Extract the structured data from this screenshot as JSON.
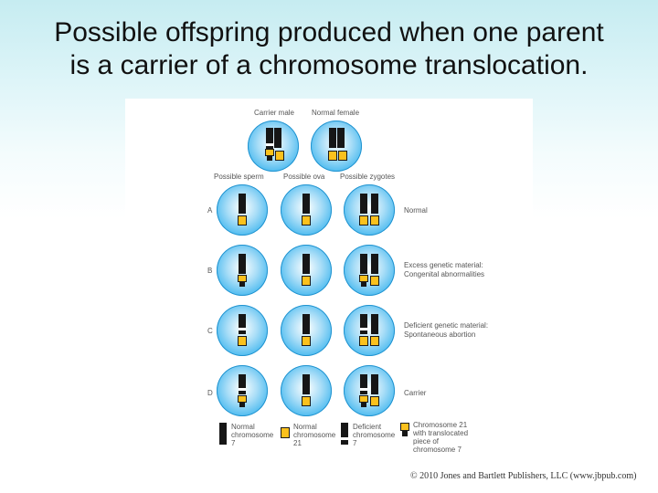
{
  "slide": {
    "title_line1": "Possible offspring produced when one parent",
    "title_line2": "is a carrier of a chromosome translocation."
  },
  "figure": {
    "parents": {
      "carrier_male": "Carrier male",
      "normal_female": "Normal female"
    },
    "columns": {
      "sperm": "Possible sperm",
      "ova": "Possible ova",
      "zygotes": "Possible zygotes"
    },
    "rows": [
      {
        "letter": "A",
        "outcome_line1": "Normal",
        "outcome_line2": ""
      },
      {
        "letter": "B",
        "outcome_line1": "Excess genetic material:",
        "outcome_line2": "Congenital abnormalities"
      },
      {
        "letter": "C",
        "outcome_line1": "Deficient genetic material:",
        "outcome_line2": "Spontaneous abortion"
      },
      {
        "letter": "D",
        "outcome_line1": "Carrier",
        "outcome_line2": ""
      }
    ],
    "legend": [
      {
        "line1": "Normal",
        "line2": "chromosome",
        "line3": "7"
      },
      {
        "line1": "Normal",
        "line2": "chromosome",
        "line3": "21"
      },
      {
        "line1": "Deficient",
        "line2": "chromosome",
        "line3": "7"
      },
      {
        "line1": "Chromosome 21",
        "line2": "with translocated",
        "line3": "piece of",
        "line4": "chromosome 7"
      }
    ],
    "colors": {
      "cell": "#45b8ef",
      "chromosome_7": "#161616",
      "chromosome_21": "#fbc11d"
    }
  },
  "credit": "© 2010 Jones and Bartlett Publishers, LLC (www.jbpub.com)"
}
